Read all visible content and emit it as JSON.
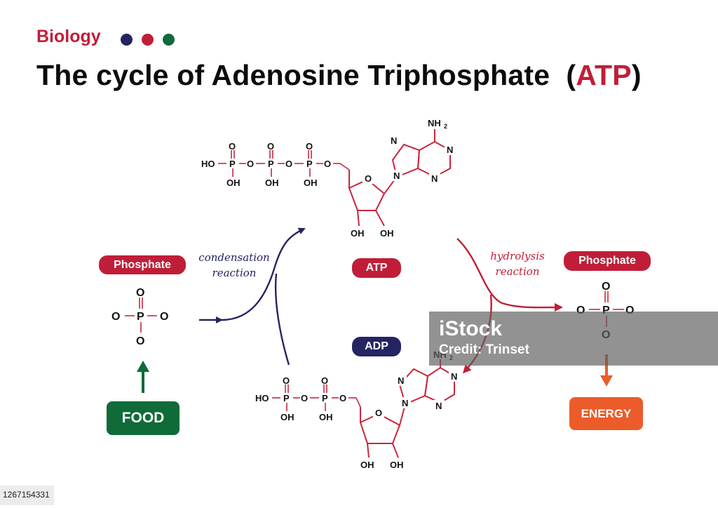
{
  "header": {
    "subject": "Biology",
    "title_main": "The cycle of Adenosine Triphosphate",
    "title_paren_open": "(",
    "title_abbrev": "ATP",
    "title_paren_close": ")"
  },
  "colors": {
    "red": "#c01e38",
    "navy": "#252463",
    "green": "#0f6b38",
    "orange": "#ec5b2a",
    "bond_red": "#c8273d"
  },
  "dots": [
    "#252463",
    "#c01e38",
    "#0f6b38"
  ],
  "labels": {
    "phosphate_left": "Phosphate",
    "phosphate_right": "Phosphate",
    "atp": "ATP",
    "adp": "ADP",
    "food": "FOOD",
    "energy": "ENERGY",
    "condensation_line1": "condensation",
    "condensation_line2": "reaction",
    "hydrolysis_line1": "hydrolysis",
    "hydrolysis_line2": "reaction"
  },
  "atoms": {
    "O": "O",
    "P": "P",
    "N": "N",
    "HO": "HO",
    "OH": "OH",
    "NH": "NH",
    "sub2": "2"
  },
  "watermark": {
    "logo": "iStock",
    "credit": "Credit: Trinset"
  },
  "stock_id": "1267154331"
}
